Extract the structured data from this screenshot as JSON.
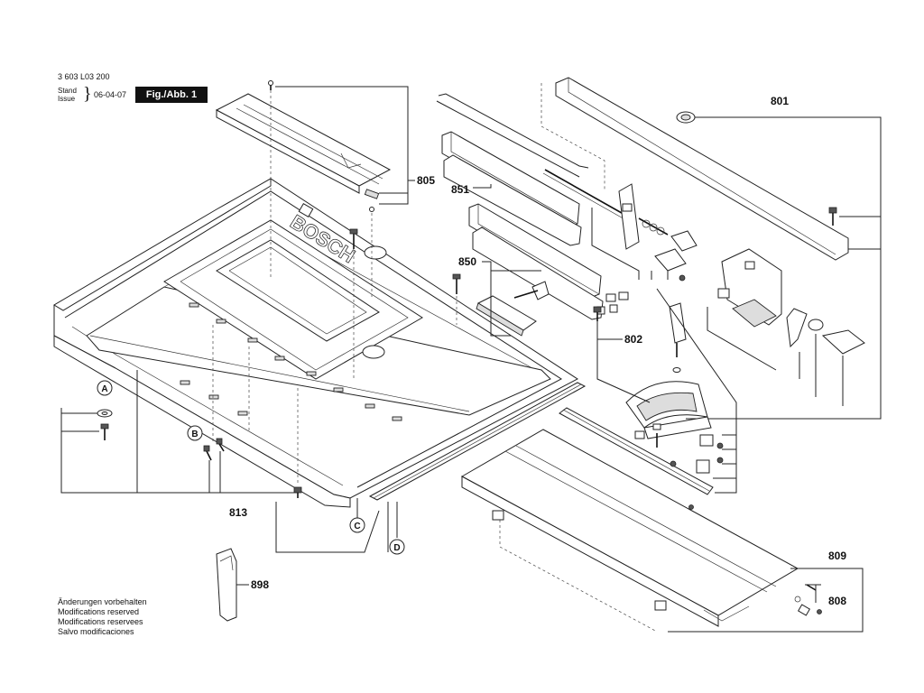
{
  "document": {
    "number": "3 603 L03 200",
    "stand_label": "Stand",
    "issue_label": "Issue",
    "brace": "}",
    "date": "06-04-07",
    "figure_label": "Fig./Abb. 1"
  },
  "notes": [
    "Änderungen vorbehalten",
    "Modifications reserved",
    "Modifications reservees",
    "Salvo modificaciones"
  ],
  "brand_text": "BOSCH",
  "part_labels": {
    "p801": "801",
    "p802": "802",
    "p805": "805",
    "p808": "808",
    "p809": "809",
    "p813": "813",
    "p850": "850",
    "p851": "851",
    "p898": "898"
  },
  "callouts": {
    "a": "A",
    "b": "B",
    "c": "C",
    "d": "D"
  }
}
